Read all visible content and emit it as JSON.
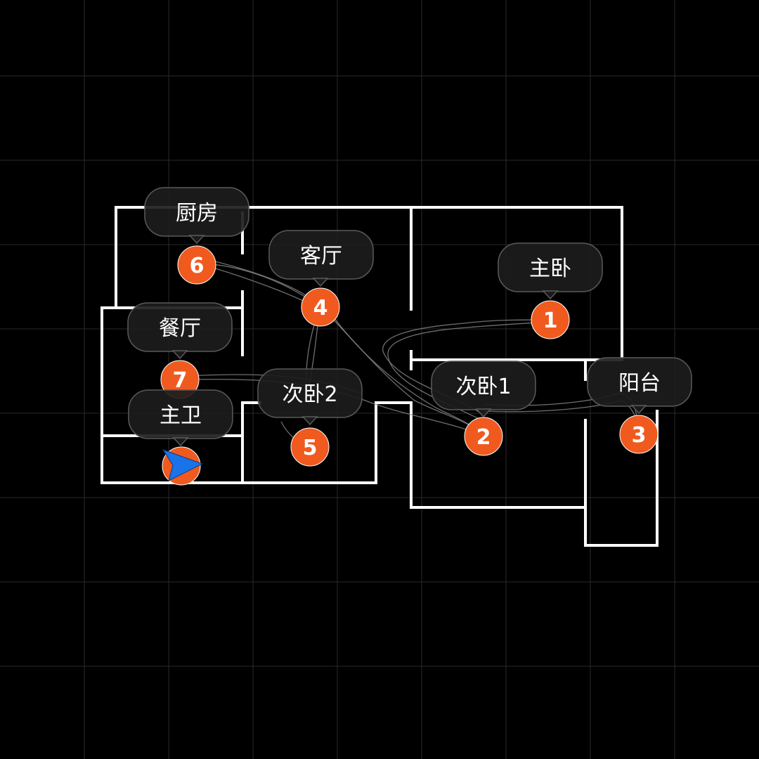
{
  "colors": {
    "background": "#000000",
    "grid": "#2a2a2a",
    "wall": "#ffffff",
    "marker": "#f05a1e",
    "robot_arrow": "#1a73e8",
    "label_bg": "#1c1c1c"
  },
  "rooms": [
    {
      "id": "kitchen",
      "label": "厨房",
      "number": "6"
    },
    {
      "id": "living-room",
      "label": "客厅",
      "number": "4"
    },
    {
      "id": "master-bedroom",
      "label": "主卧",
      "number": "1"
    },
    {
      "id": "dining-room",
      "label": "餐厅",
      "number": "7"
    },
    {
      "id": "second-bedroom-2",
      "label": "次卧2",
      "number": "5"
    },
    {
      "id": "second-bedroom-1",
      "label": "次卧1",
      "number": "2"
    },
    {
      "id": "balcony",
      "label": "阳台",
      "number": "3"
    },
    {
      "id": "master-bathroom",
      "label": "主卫",
      "number": ""
    }
  ],
  "robot": {
    "icon": "robot-position-arrow-icon"
  }
}
